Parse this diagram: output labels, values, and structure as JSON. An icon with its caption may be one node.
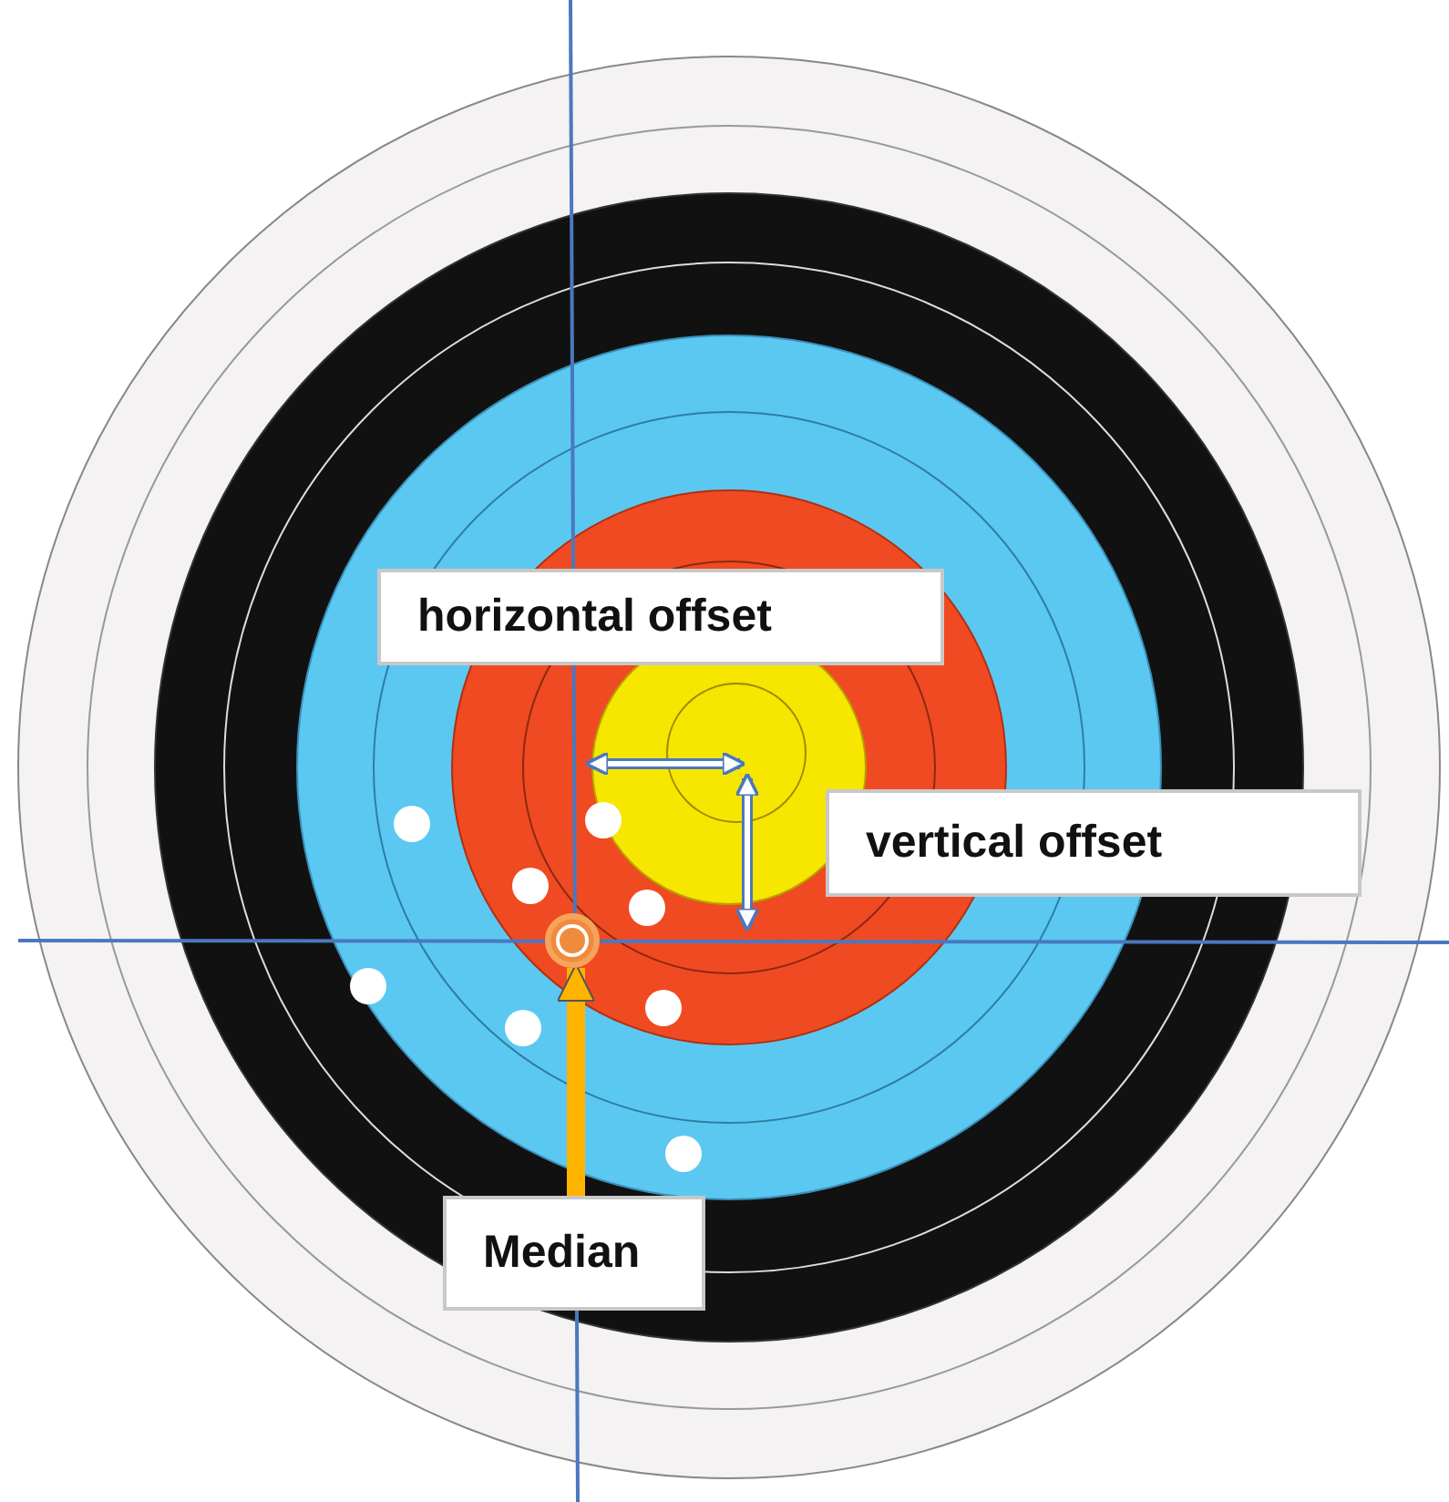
{
  "diagram": {
    "nodes": [
      {
        "text": [
          "horizontal offset"
        ]
      },
      {
        "text": [
          "vertical offset"
        ]
      },
      {
        "text": [
          "Median"
        ]
      },
      {
        "text": [],
        "shape": "circle"
      }
    ],
    "edges": [
      {
        "from": 2,
        "to": 3,
        "arrow": "to",
        "color": "#ffb400"
      }
    ]
  }
}
